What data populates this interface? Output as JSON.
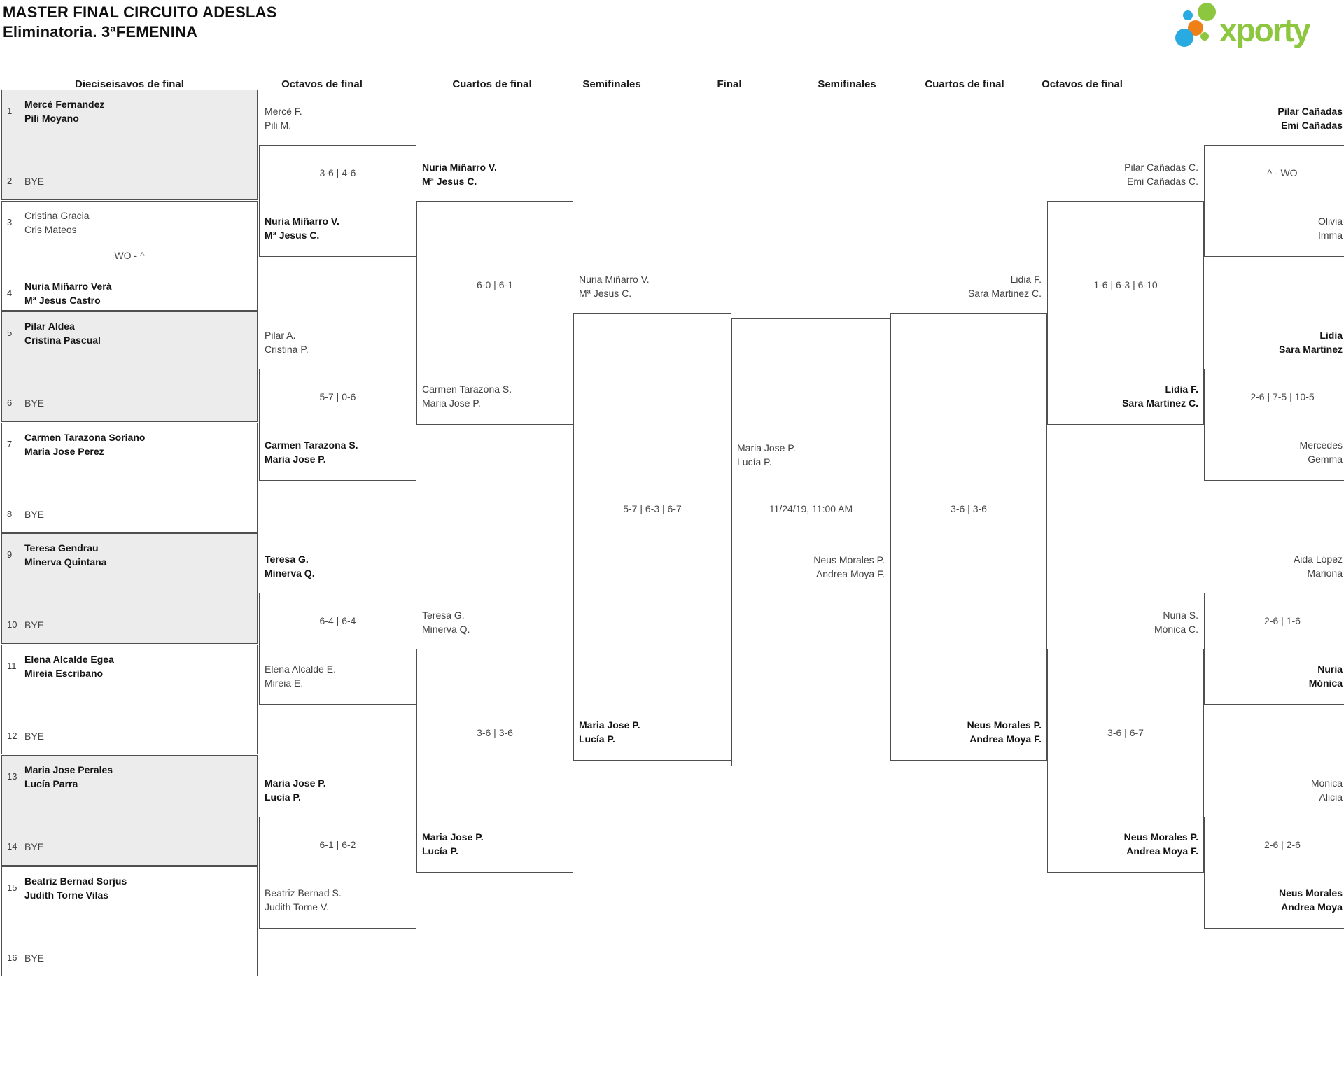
{
  "app": {
    "title_line1": "MASTER FINAL CIRCUITO ADESLAS",
    "title_line2": "Eliminatoria. 3ªFEMENINA"
  },
  "logo": {
    "wordmark": "xporty",
    "colors": {
      "green": "#8dc63f",
      "blue": "#29abe2",
      "orange": "#ef8018"
    }
  },
  "colors": {
    "border": "#4f4f4f",
    "shaded_block": "#ececec",
    "text_regular": "#3f3f3f",
    "text_winner": "#141414"
  },
  "headers": [
    {
      "label": "Dieciseisavos de final"
    },
    {
      "label": "Octavos de final"
    },
    {
      "label": "Cuartos de final"
    },
    {
      "label": "Semifinales"
    },
    {
      "label": "Final"
    },
    {
      "label": "Semifinales"
    },
    {
      "label": "Cuartos de final"
    },
    {
      "label": "Octavos de final"
    }
  ],
  "seed_blocks": [
    {
      "shaded": true,
      "top": {
        "num": "1",
        "lines": [
          "Mercè Fernandez",
          "Pili Moyano"
        ],
        "bold": true
      },
      "score": "",
      "bottom": {
        "num": "2",
        "lines": [
          "BYE"
        ],
        "bold": false
      }
    },
    {
      "shaded": false,
      "top": {
        "num": "3",
        "lines": [
          "Cristina Gracia",
          "Cris Mateos"
        ],
        "bold": false
      },
      "score": "WO - ^",
      "bottom": {
        "num": "4",
        "lines": [
          "Nuria Miñarro Verá",
          "Mª Jesus Castro"
        ],
        "bold": true
      }
    },
    {
      "shaded": true,
      "top": {
        "num": "5",
        "lines": [
          "Pilar Aldea",
          "Cristina Pascual"
        ],
        "bold": true
      },
      "score": "",
      "bottom": {
        "num": "6",
        "lines": [
          "BYE"
        ],
        "bold": false
      }
    },
    {
      "shaded": false,
      "top": {
        "num": "7",
        "lines": [
          "Carmen Tarazona Soriano",
          "Maria Jose Perez"
        ],
        "bold": true
      },
      "score": "",
      "bottom": {
        "num": "8",
        "lines": [
          "BYE"
        ],
        "bold": false
      }
    },
    {
      "shaded": true,
      "top": {
        "num": "9",
        "lines": [
          "Teresa Gendrau",
          "Minerva Quintana"
        ],
        "bold": true
      },
      "score": "",
      "bottom": {
        "num": "10",
        "lines": [
          "BYE"
        ],
        "bold": false
      }
    },
    {
      "shaded": false,
      "top": {
        "num": "11",
        "lines": [
          "Elena Alcalde Egea",
          "Mireia Escribano"
        ],
        "bold": true
      },
      "score": "",
      "bottom": {
        "num": "12",
        "lines": [
          "BYE"
        ],
        "bold": false
      }
    },
    {
      "shaded": true,
      "top": {
        "num": "13",
        "lines": [
          "Maria Jose Perales",
          "Lucía Parra"
        ],
        "bold": true
      },
      "score": "",
      "bottom": {
        "num": "14",
        "lines": [
          "BYE"
        ],
        "bold": false
      }
    },
    {
      "shaded": false,
      "top": {
        "num": "15",
        "lines": [
          "Beatriz Bernad Sorjus",
          "Judith Torne Vilas"
        ],
        "bold": true
      },
      "score": "",
      "bottom": {
        "num": "16",
        "lines": [
          "BYE"
        ],
        "bold": false
      }
    }
  ],
  "matches": [
    {
      "col": "ol",
      "row": 0,
      "top": {
        "lines": [
          "Mercè F.",
          "Pili M."
        ],
        "bold": false
      },
      "bottom": {
        "lines": [
          "Nuria Miñarro V.",
          "Mª Jesus C."
        ],
        "bold": true
      },
      "score": "3-6 | 4-6"
    },
    {
      "col": "ol",
      "row": 1,
      "top": {
        "lines": [
          "Pilar A.",
          "Cristina P."
        ],
        "bold": false
      },
      "bottom": {
        "lines": [
          "Carmen Tarazona S.",
          "Maria Jose P."
        ],
        "bold": true
      },
      "score": "5-7 | 0-6"
    },
    {
      "col": "ol",
      "row": 2,
      "top": {
        "lines": [
          "Teresa G.",
          "Minerva Q."
        ],
        "bold": true
      },
      "bottom": {
        "lines": [
          "Elena Alcalde E.",
          "Mireia E."
        ],
        "bold": false
      },
      "score": "6-4 | 6-4"
    },
    {
      "col": "ol",
      "row": 3,
      "top": {
        "lines": [
          "Maria Jose P.",
          "Lucía P."
        ],
        "bold": true
      },
      "bottom": {
        "lines": [
          "Beatriz Bernad S.",
          "Judith Torne V."
        ],
        "bold": false
      },
      "score": "6-1 | 6-2"
    },
    {
      "col": "cl",
      "row": 0,
      "top": {
        "lines": [
          "Nuria Miñarro V.",
          "Mª Jesus C."
        ],
        "bold": true
      },
      "bottom": {
        "lines": [
          "Carmen Tarazona S.",
          "Maria Jose P."
        ],
        "bold": false
      },
      "score": "6-0 | 6-1"
    },
    {
      "col": "cl",
      "row": 1,
      "top": {
        "lines": [
          "Teresa G.",
          "Minerva Q."
        ],
        "bold": false
      },
      "bottom": {
        "lines": [
          "Maria Jose P.",
          "Lucía P."
        ],
        "bold": true
      },
      "score": "3-6 | 3-6"
    },
    {
      "col": "sl",
      "row": 0,
      "top": {
        "lines": [
          "Nuria Miñarro V.",
          "Mª Jesus C."
        ],
        "bold": false
      },
      "bottom": {
        "lines": [
          "Maria Jose P.",
          "Lucía P."
        ],
        "bold": true
      },
      "score": "5-7 | 6-3 | 6-7"
    },
    {
      "col": "sr",
      "row": 0,
      "top": {
        "lines": [
          "Lidia F.",
          "Sara Martinez C."
        ],
        "bold": false
      },
      "bottom": {
        "lines": [
          "Neus Morales P.",
          "Andrea Moya F."
        ],
        "bold": true
      },
      "score": "3-6 | 3-6"
    },
    {
      "col": "cr",
      "row": 0,
      "top": {
        "lines": [
          "Pilar Cañadas C.",
          "Emi Cañadas C."
        ],
        "bold": false
      },
      "bottom": {
        "lines": [
          "Lidia F.",
          "Sara Martinez C."
        ],
        "bold": true
      },
      "score": "1-6 | 6-3 | 6-10"
    },
    {
      "col": "cr",
      "row": 1,
      "top": {
        "lines": [
          "Nuria S.",
          "Mónica C."
        ],
        "bold": false
      },
      "bottom": {
        "lines": [
          "Neus Morales P.",
          "Andrea Moya F."
        ],
        "bold": true
      },
      "score": "3-6 | 6-7"
    },
    {
      "col": "or",
      "row": 0,
      "top": {
        "lines": [
          "Pilar Cañadas",
          "Emi Cañadas"
        ],
        "bold": true
      },
      "bottom": {
        "lines": [
          "Olivia",
          "Imma"
        ],
        "bold": false
      },
      "score": "^ - WO"
    },
    {
      "col": "or",
      "row": 1,
      "top": {
        "lines": [
          "Lidia",
          "Sara Martinez"
        ],
        "bold": true
      },
      "bottom": {
        "lines": [
          "Mercedes",
          "Gemma"
        ],
        "bold": false
      },
      "score": "2-6 | 7-5 | 10-5"
    },
    {
      "col": "or",
      "row": 2,
      "top": {
        "lines": [
          "Aida López",
          "Mariona"
        ],
        "bold": false
      },
      "bottom": {
        "lines": [
          "Nuria",
          "Mónica"
        ],
        "bold": true
      },
      "score": "2-6 | 1-6"
    },
    {
      "col": "or",
      "row": 3,
      "top": {
        "lines": [
          "Monica",
          "Alicia"
        ],
        "bold": false
      },
      "bottom": {
        "lines": [
          "Neus Morales",
          "Andrea Moya"
        ],
        "bold": true
      },
      "score": "2-6 | 2-6"
    }
  ],
  "final": {
    "top": {
      "lines": [
        "Maria Jose P.",
        "Lucía P."
      ],
      "bold": false
    },
    "date": "11/24/19, 11:00 AM",
    "bottom": {
      "lines": [
        "Neus Morales P.",
        "Andrea Moya F."
      ],
      "bold": false
    }
  }
}
